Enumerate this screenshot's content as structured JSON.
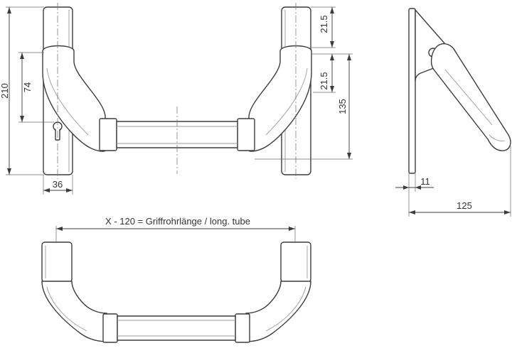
{
  "dimensions": {
    "overall_height": "210",
    "hole_spacing": "74",
    "plate_width": "36",
    "top_offset": "21.5",
    "mid_offset": "21.5",
    "bar_drop": "135",
    "arm_thickness": "11",
    "projection": "125",
    "tube_formula": "X - 120 = Griffrohrlänge / long. tube"
  },
  "colors": {
    "line": "#3c3c3c",
    "shade": "#9a9a9a",
    "background": "#ffffff"
  }
}
